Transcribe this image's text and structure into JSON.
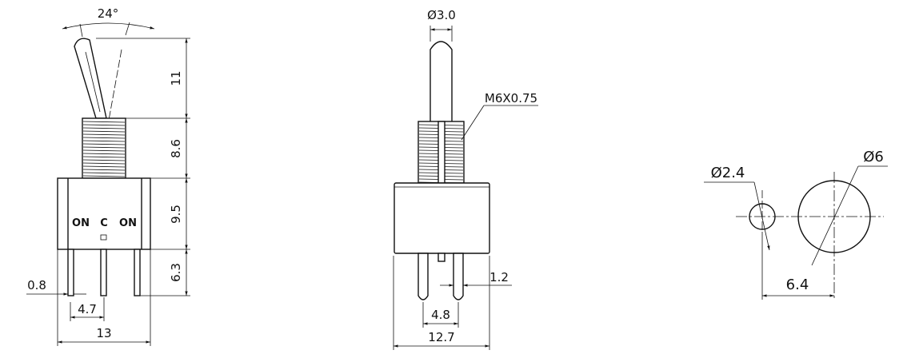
{
  "side_view": {
    "angle_label": "24°",
    "heights": [
      "11",
      "8.6",
      "9.5",
      "6.3"
    ],
    "pin_width": "0.8",
    "pin_pitch": "4.7",
    "body_width": "13",
    "markings": [
      "ON",
      "C",
      "ON"
    ]
  },
  "front_view": {
    "lever_diameter": "Ø3.0",
    "thread": "M6X0.75",
    "pin_width": "1.2",
    "pin_pitch": "4.8",
    "body_width": "12.7"
  },
  "panel_cutout": {
    "small_hole": "Ø2.4",
    "large_hole": "Ø6",
    "spacing": "6.4"
  }
}
